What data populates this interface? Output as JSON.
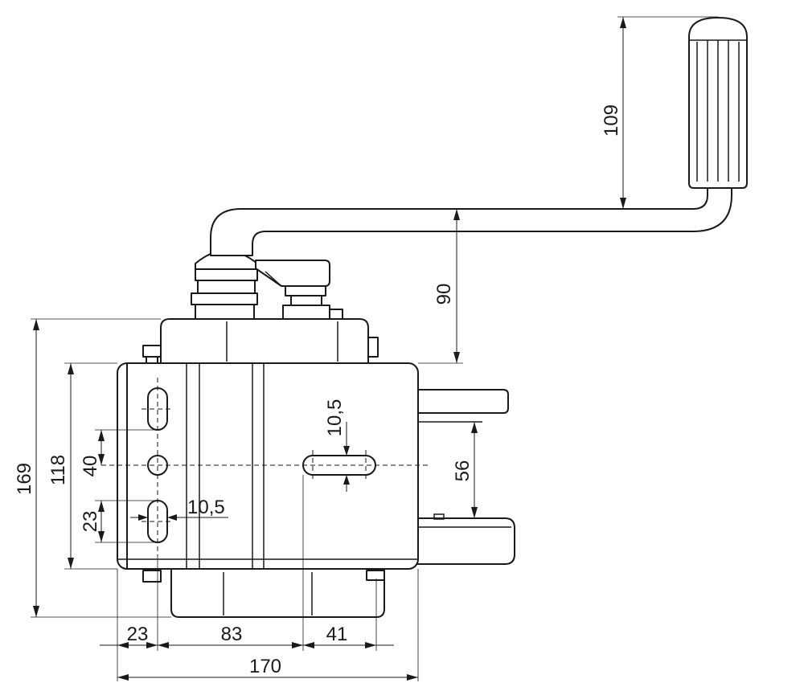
{
  "dimensions": {
    "handle_height": "109",
    "crank_offset": "90",
    "total_height": "169",
    "body_height": "118",
    "hole_spacing": "40",
    "slot_length_left": "23",
    "slot_width_left": "10,5",
    "slot_width_center": "10,5",
    "bracket_gap": "56",
    "left_offset": "23",
    "hole_distance": "83",
    "right_offset": "41",
    "total_width": "170"
  }
}
